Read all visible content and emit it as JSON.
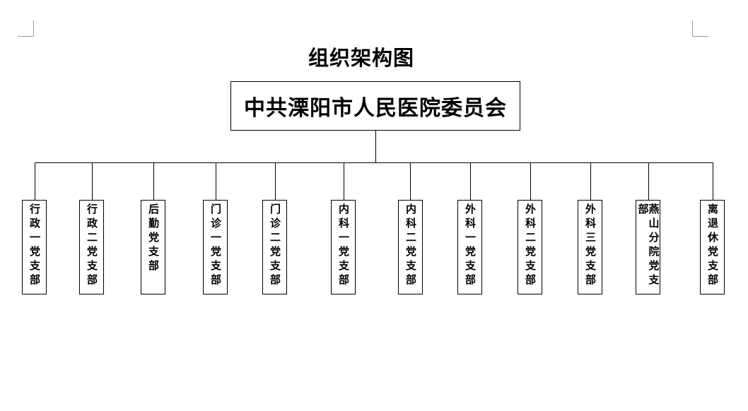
{
  "title": "组织架构图",
  "root": "中共溧阳市人民医院委员会",
  "branches": [
    "行政一党支部",
    "行政二党支部",
    "后勤党支部",
    "门诊一党支部",
    "门诊二党支部",
    "内科一党支部",
    "内科二党支部",
    "外科一党支部",
    "外科二党支部",
    "外科三党支部",
    "燕山分院党支部",
    "离退休党支部"
  ]
}
